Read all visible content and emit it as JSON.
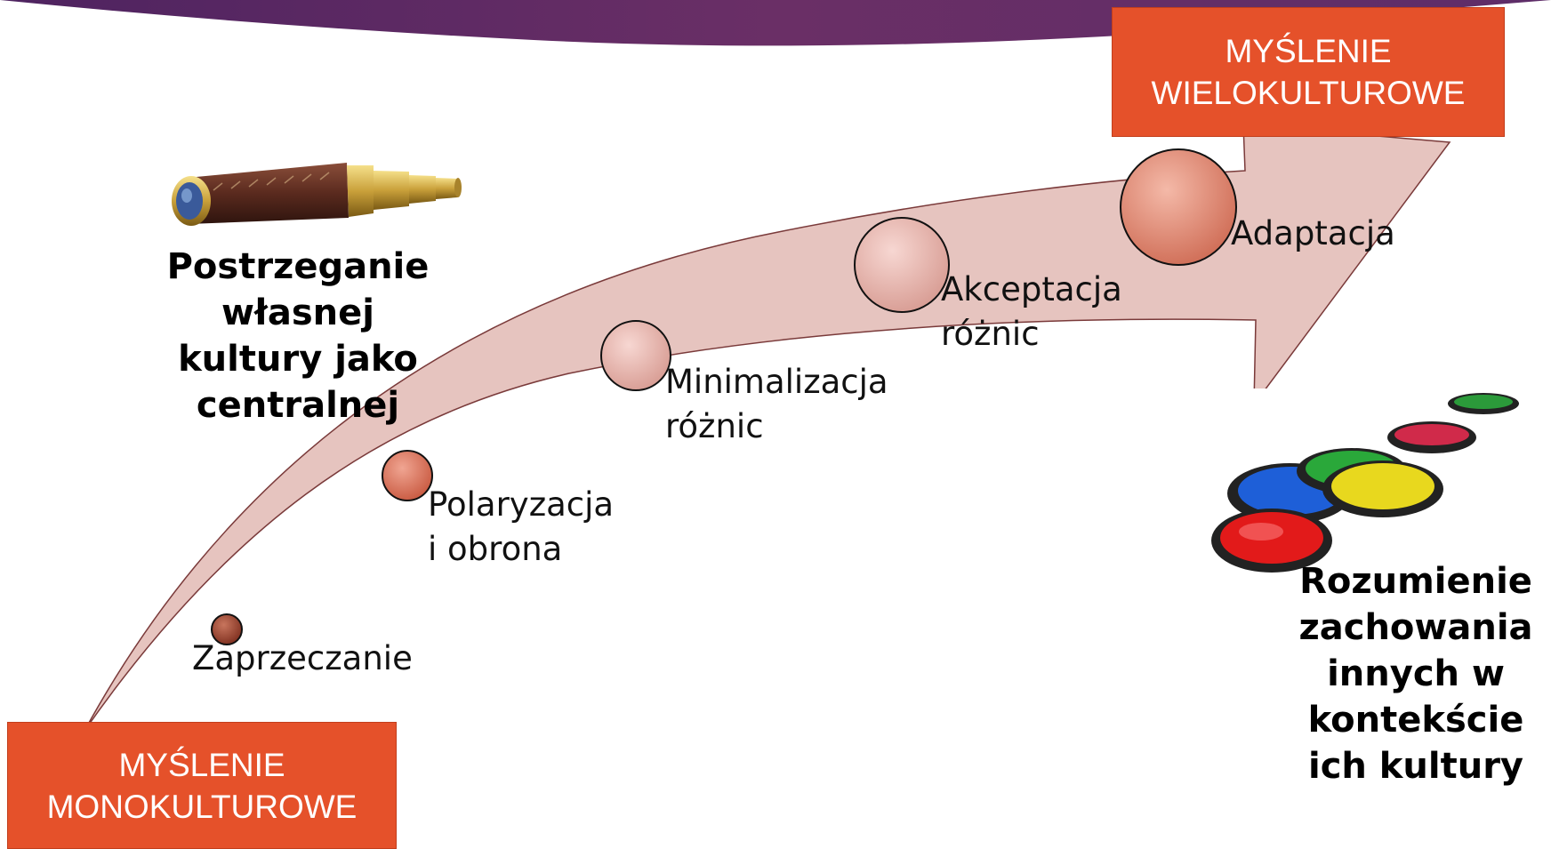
{
  "colors": {
    "banner_left": "#5a2a66",
    "banner_right": "#6a3570",
    "arrow_fill": "#e6c4bf",
    "box_fill": "#e5512a"
  },
  "boxes": {
    "start": {
      "line1": "MYŚLENIE",
      "line2": "MONOKULTUROWE"
    },
    "end": {
      "line1": "MYŚLENIE",
      "line2": "WIELOKULTUROWE"
    }
  },
  "stages": [
    {
      "label": "Zaprzeczanie"
    },
    {
      "label": "Polaryzacja\ni obrona"
    },
    {
      "label": "Minimalizacja\nróżnic"
    },
    {
      "label": "Akceptacja\nróżnic"
    },
    {
      "label": "Adaptacja"
    }
  ],
  "left_caption": "Postrzeganie\nwłasnej\nkultury jako\ncentralnej",
  "right_caption": "Rozumienie\nzachowania\ninnych w\nkontekście\nich kultury",
  "icons": {
    "left": "telescope-icon",
    "right": "color-filters-icon"
  }
}
